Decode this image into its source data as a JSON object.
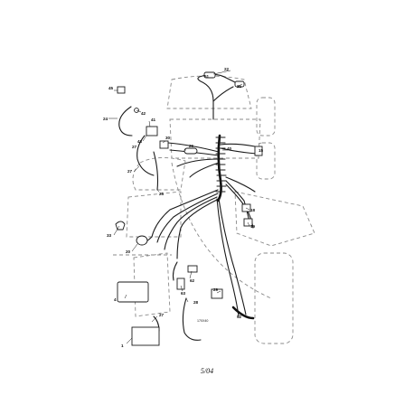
{
  "footer": {
    "date_code": "5/04"
  },
  "callouts": {
    "c1": "1",
    "c4": "4",
    "c15": "15",
    "c18": "18",
    "c19": "19",
    "c20": "20",
    "c21": "21",
    "c22": "22",
    "c24": "24",
    "c25": "25",
    "c26": "26",
    "c27a": "27",
    "c27b": "27",
    "c28": "28",
    "c29": "29",
    "c30": "30",
    "c33": "33",
    "c40": "40",
    "c41": "41",
    "c42": "42",
    "c43": "43",
    "c45": "45",
    "c51": "51",
    "c52": "52",
    "c62": "62",
    "c63": "63"
  },
  "part_code": "170X40"
}
